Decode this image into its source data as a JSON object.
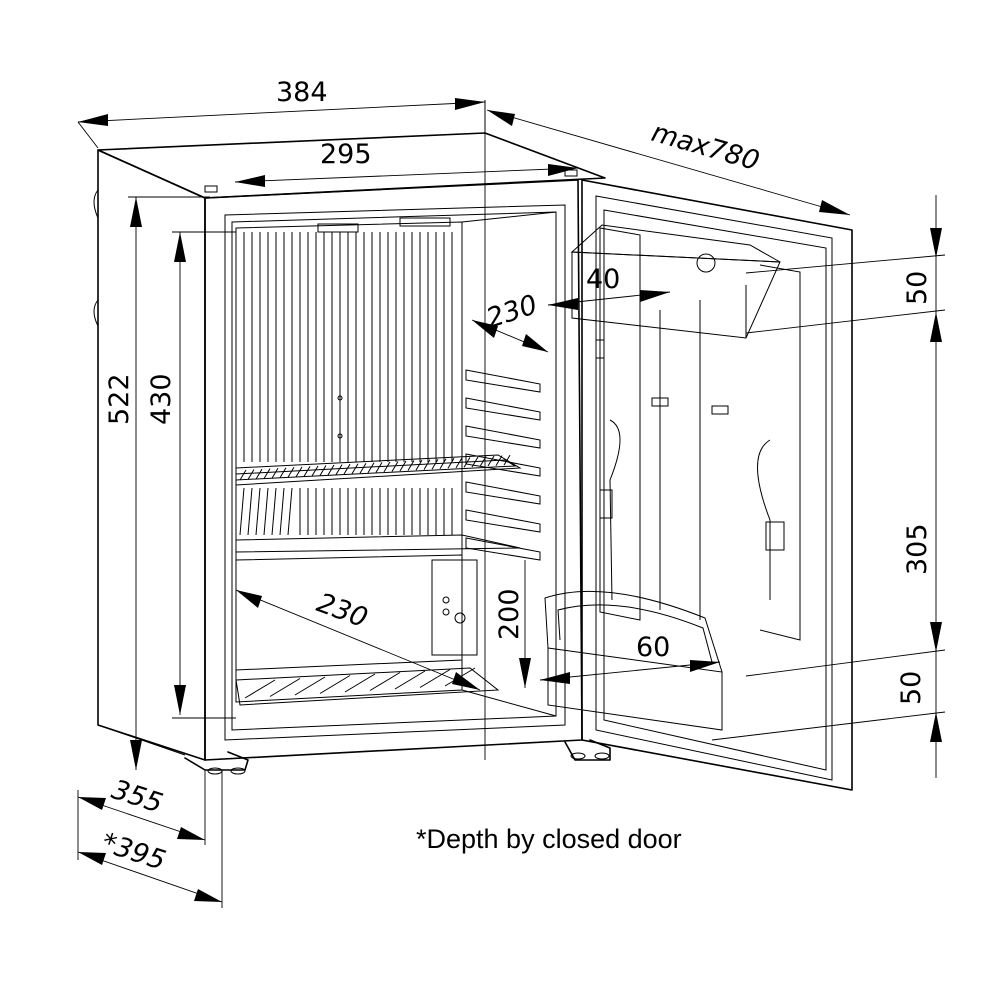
{
  "dimensions": {
    "width_outer": "384",
    "width_inner": "295",
    "depth_max_door_open": "max780",
    "height_outer": "522",
    "height_inner": "430",
    "depth_shelf": "230",
    "depth_bottom": "230",
    "height_lower_compartment": "200",
    "door_bin_top_depth": "40",
    "door_bin_bottom_depth": "60",
    "door_bin_top_height": "50",
    "door_bin_bottom_height": "50",
    "door_spacing": "305",
    "depth_inner_body": "355",
    "depth_closed_door": "*395"
  },
  "note": "*Depth by closed door"
}
